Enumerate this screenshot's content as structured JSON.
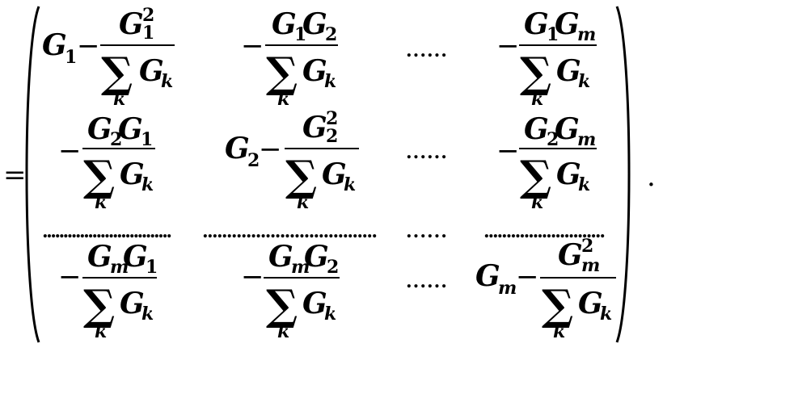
{
  "equation": {
    "equals": "=",
    "period": ".",
    "symbols": {
      "minus": "−",
      "sigma": "∑",
      "G": "G",
      "k": "k",
      "one": "1",
      "two": "2",
      "m": "m",
      "sq": "2"
    },
    "dots_short": "......",
    "dots_long_1": "...............................",
    "dots_long_2": "....................................",
    "dots_long_3": "..........................."
  }
}
